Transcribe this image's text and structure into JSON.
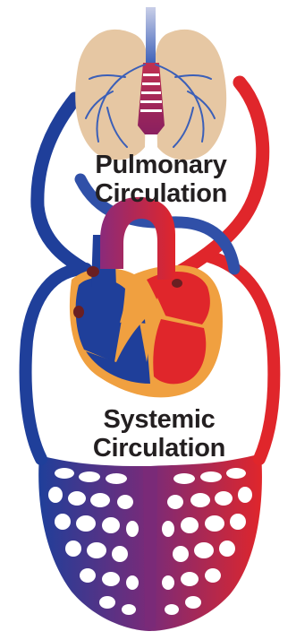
{
  "labels": {
    "pulmonary_line1": "Pulmonary",
    "pulmonary_line2": "Circulation",
    "systemic_line1": "Systemic",
    "systemic_line2": "Circulation"
  },
  "colors": {
    "deoxygenated": "#1f3f9a",
    "oxygenated": "#e0262b",
    "mixed": "#7a2a78",
    "lungs": "#e6c7a3",
    "heart_wall": "#f0a040",
    "text": "#231f20"
  }
}
